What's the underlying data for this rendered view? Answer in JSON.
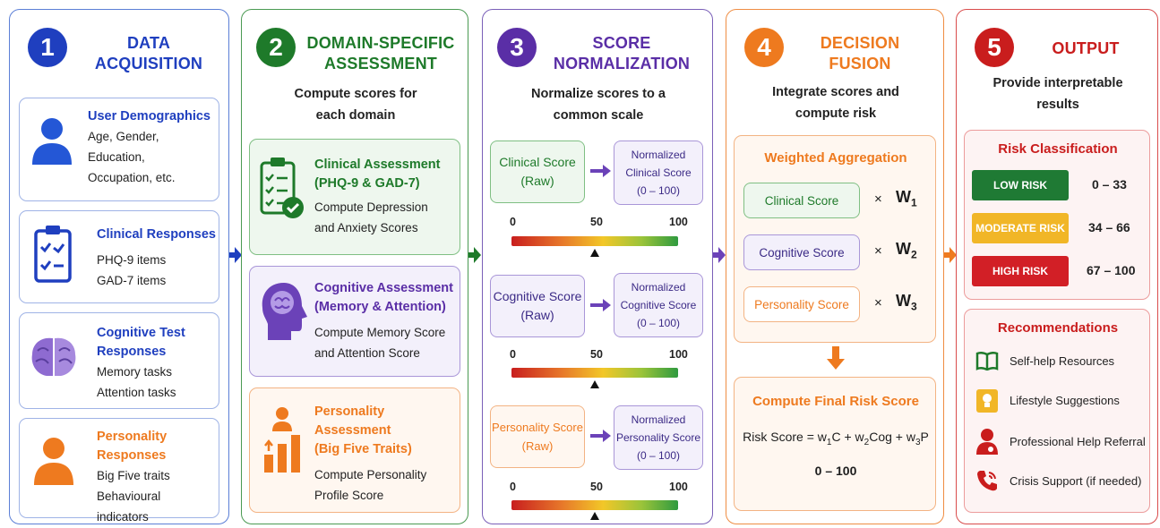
{
  "colors": {
    "blue": "#1f3fbf",
    "green": "#1e7a2a",
    "purple": "#5a2ea6",
    "orange": "#ee7a1f",
    "red": "#c91d1d"
  },
  "step1": {
    "number": "1",
    "title_line1": "DATA",
    "title_line2": "ACQUISITION",
    "cards": [
      {
        "title": "User Demographics",
        "lines": [
          "Age, Gender,",
          "Education,",
          "Occupation, etc."
        ],
        "icon": "user-icon"
      },
      {
        "title": "Clinical Responses",
        "lines": [
          "PHQ-9 items",
          "GAD-7 items"
        ],
        "icon": "clipboard-icon"
      },
      {
        "title_line1": "Cognitive Test",
        "title_line2": "Responses",
        "lines": [
          "Memory tasks",
          "Attention tasks"
        ],
        "icon": "brain-icon"
      },
      {
        "title": "Personality Responses",
        "lines": [
          "Big Five traits",
          "Behavioural",
          "indicators"
        ],
        "icon": "person-icon"
      }
    ]
  },
  "step2": {
    "number": "2",
    "title_line1": "DOMAIN-SPECIFIC",
    "title_line2": "ASSESSMENT",
    "sub_line1": "Compute scores for",
    "sub_line2": "each domain",
    "cards": [
      {
        "title_line1": "Clinical Assessment",
        "title_line2": "(PHQ-9 & GAD-7)",
        "text_line1": "Compute Depression",
        "text_line2": "and Anxiety Scores",
        "icon": "checklist-icon"
      },
      {
        "title_line1": "Cognitive Assessment",
        "title_line2": "(Memory & Attention)",
        "text_line1": "Compute Memory Score",
        "text_line2": "and Attention Score",
        "icon": "head-brain-icon"
      },
      {
        "title_line1": "Personality Assessment",
        "title_line2": "(Big Five Traits)",
        "text_line1": "Compute Personality",
        "text_line2": "Profile Score",
        "icon": "bar-person-icon"
      }
    ]
  },
  "step3": {
    "number": "3",
    "title_line1": "SCORE",
    "title_line2": "NORMALIZATION",
    "sub_line1": "Normalize scores to a",
    "sub_line2": "common scale",
    "rows": [
      {
        "raw_line1": "Clinical Score",
        "raw_line2": "(Raw)",
        "norm_line1": "Normalized",
        "norm_line2": "Clinical Score",
        "norm_line3": "(0 – 100)"
      },
      {
        "raw_line1": "Cognitive Score",
        "raw_line2": "(Raw)",
        "norm_line1": "Normalized",
        "norm_line2": "Cognitive Score",
        "norm_line3": "(0 – 100)"
      },
      {
        "raw_line1": "Personality Score",
        "raw_line2": "(Raw)",
        "norm_line1": "Normalized",
        "norm_line2": "Personality Score",
        "norm_line3": "(0 – 100)"
      }
    ],
    "scale": {
      "min": "0",
      "mid": "50",
      "max": "100",
      "marker_value": 50
    }
  },
  "step4": {
    "number": "4",
    "title_line1": "DECISION",
    "title_line2": "FUSION",
    "sub_line1": "Integrate scores and",
    "sub_line2": "compute risk",
    "weighted_title": "Weighted Aggregation",
    "weights": [
      {
        "label": "Clinical Score",
        "times": "×",
        "w": "W",
        "sub": "1"
      },
      {
        "label": "Cognitive Score",
        "times": "×",
        "w": "W",
        "sub": "2"
      },
      {
        "label": "Personality Score",
        "times": "×",
        "w": "W",
        "sub": "3"
      }
    ],
    "final_title": "Compute Final Risk Score",
    "formula_parts": [
      "Risk Score = w",
      "1",
      "C + w",
      "2",
      "Cog + w",
      "3",
      "P"
    ],
    "final_range": "0 – 100"
  },
  "step5": {
    "number": "5",
    "title": "OUTPUT",
    "sub_line1": "Provide interpretable",
    "sub_line2": "results",
    "risk_title": "Risk Classification",
    "risks": [
      {
        "label": "LOW RISK",
        "range": "0 – 33",
        "color": "#1f7a34"
      },
      {
        "label": "MODERATE RISK",
        "range": "34 – 66",
        "color": "#f1b627"
      },
      {
        "label": "HIGH RISK",
        "range": "67 – 100",
        "color": "#d21f26"
      }
    ],
    "rec_title": "Recommendations",
    "recs": [
      {
        "label": "Self-help Resources",
        "icon": "book-icon"
      },
      {
        "label": "Lifestyle Suggestions",
        "icon": "lightbulb-icon"
      },
      {
        "label": "Professional Help Referral",
        "icon": "doctor-icon"
      },
      {
        "label": "Crisis Support (if needed)",
        "icon": "phone-icon"
      }
    ]
  }
}
